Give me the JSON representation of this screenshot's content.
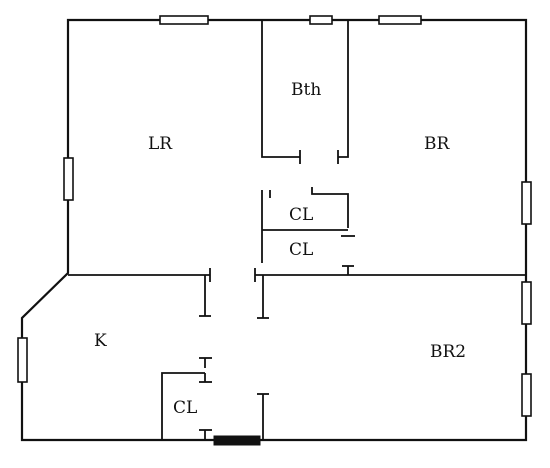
{
  "plan": {
    "rooms": {
      "lr": {
        "label": "LR"
      },
      "bth": {
        "label": "Bth"
      },
      "br": {
        "label": "BR"
      },
      "cl1": {
        "label": "CL"
      },
      "cl2": {
        "label": "CL"
      },
      "k": {
        "label": "K"
      },
      "br2": {
        "label": "BR2"
      },
      "cl3": {
        "label": "CL"
      }
    }
  }
}
